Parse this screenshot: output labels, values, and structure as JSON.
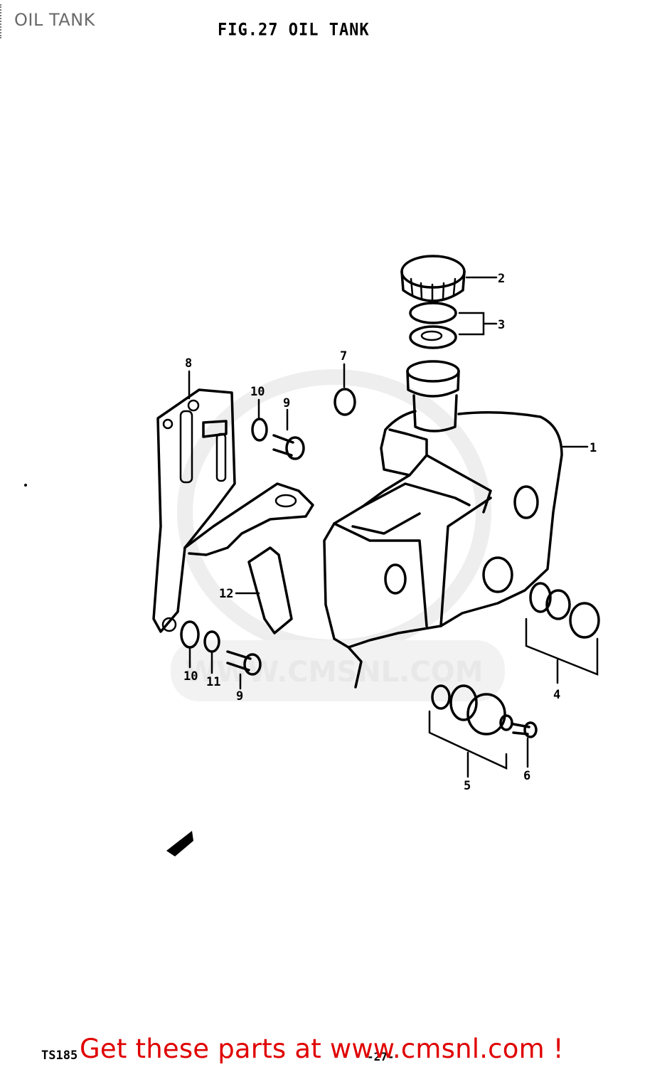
{
  "page": {
    "caption": "OIL TANK",
    "figure_title": "FIG.27  OIL TANK",
    "model_code": "TS185",
    "page_number": "-27-"
  },
  "watermark": {
    "text": "WWW.CMSNL.COM"
  },
  "banner": {
    "text": "Get these parts at www.cmsnl.com !",
    "color": "#e00000"
  },
  "callouts": [
    {
      "id": "1",
      "label": "1"
    },
    {
      "id": "2",
      "label": "2"
    },
    {
      "id": "3",
      "label": "3"
    },
    {
      "id": "4",
      "label": "4"
    },
    {
      "id": "5",
      "label": "5"
    },
    {
      "id": "6",
      "label": "6"
    },
    {
      "id": "7",
      "label": "7"
    },
    {
      "id": "8",
      "label": "8"
    },
    {
      "id": "9a",
      "label": "9"
    },
    {
      "id": "9b",
      "label": "9"
    },
    {
      "id": "10a",
      "label": "10"
    },
    {
      "id": "10b",
      "label": "10"
    },
    {
      "id": "11",
      "label": "11"
    },
    {
      "id": "12",
      "label": "12"
    }
  ]
}
